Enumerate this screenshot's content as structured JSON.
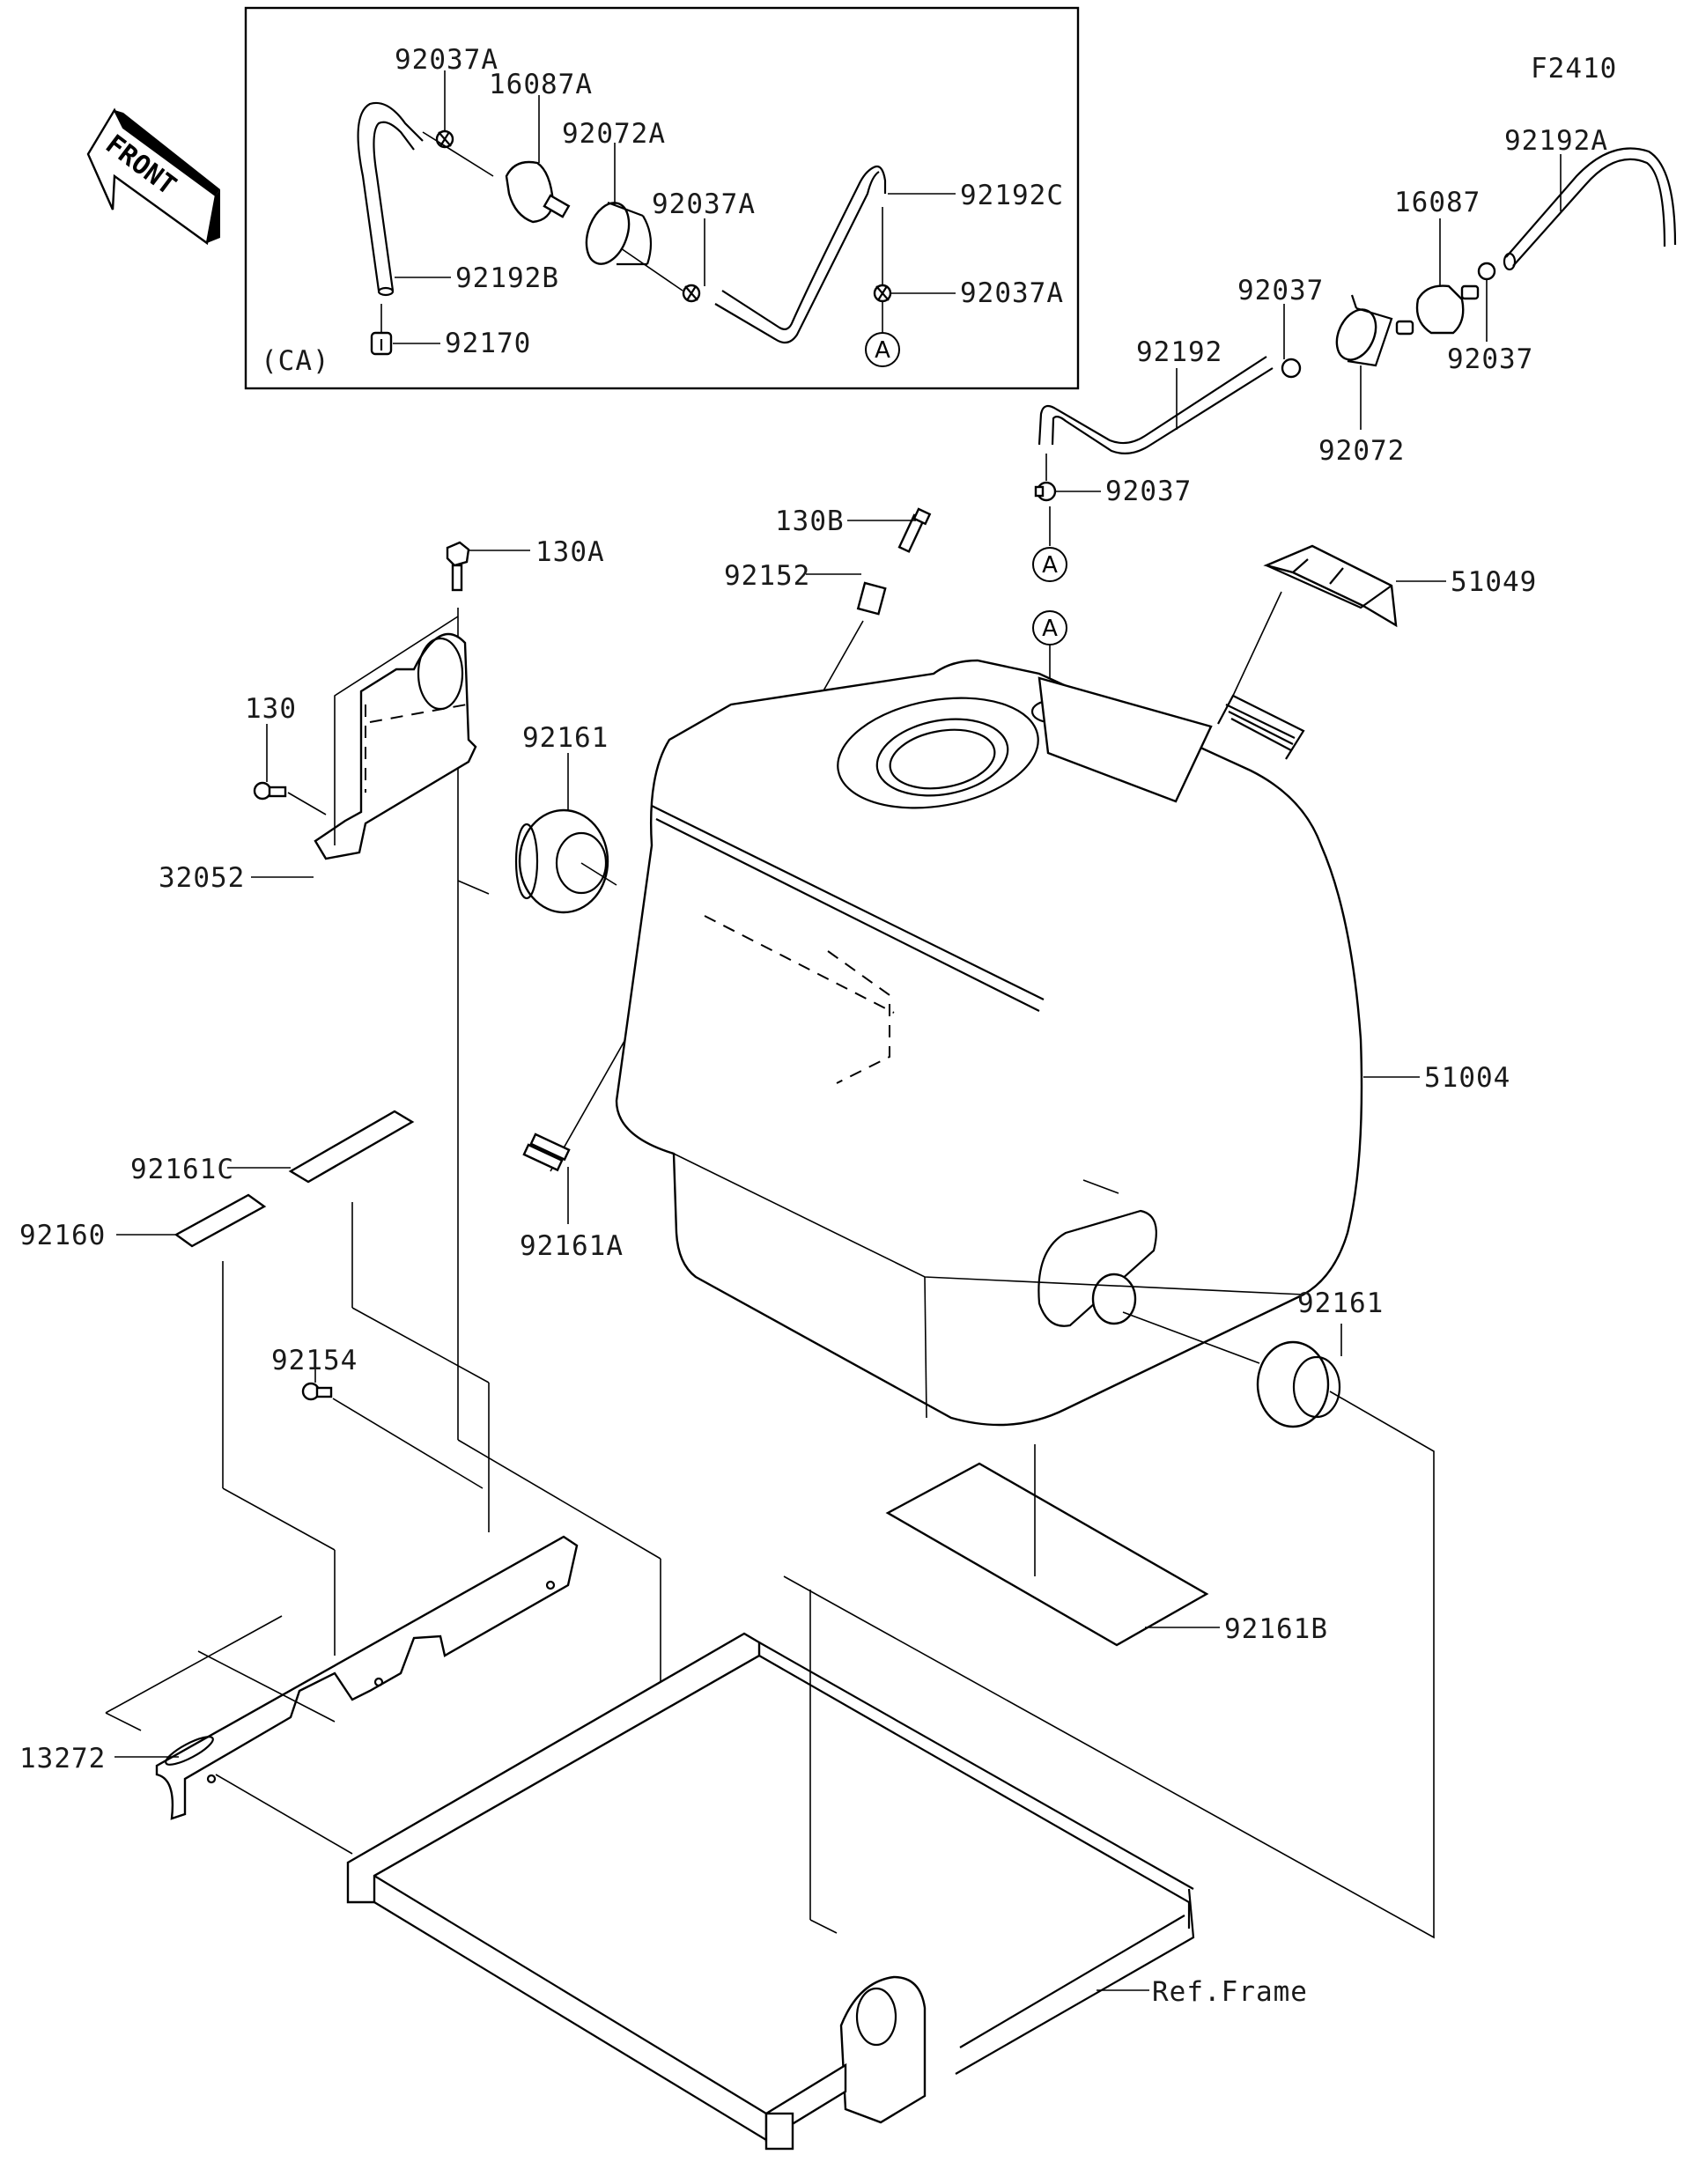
{
  "diagram": {
    "figure_code": "F2410",
    "direction_indicator": "FRONT",
    "inset_box_label": "(CA)",
    "reference_marker": "A",
    "inset_labels": {
      "clamp_top": "92037A",
      "filter": "16087A",
      "holder": "92072A",
      "clamp_mid": "92037A",
      "hose_right": "92192C",
      "hose_left": "92192B",
      "clamp_right": "92037A",
      "cap": "92170"
    },
    "vent_labels": {
      "hose_top": "92192A",
      "filter": "16087",
      "clamp_left": "92037",
      "clamp_right": "92037",
      "hose": "92192",
      "holder": "92072",
      "clamp_bottom": "92037"
    },
    "main_labels": {
      "bolt_b": "130B",
      "collar": "92152",
      "bolt_a": "130A",
      "cap": "51049",
      "bolt": "130",
      "grommet_left": "92161",
      "bracket": "32052",
      "tank": "51004",
      "pad_c": "92161C",
      "pad": "92160",
      "damper_a": "92161A",
      "grommet_right": "92161",
      "bolt_small": "92154",
      "pad_b": "92161B",
      "rail": "13272",
      "frame": "Ref.Frame"
    }
  }
}
